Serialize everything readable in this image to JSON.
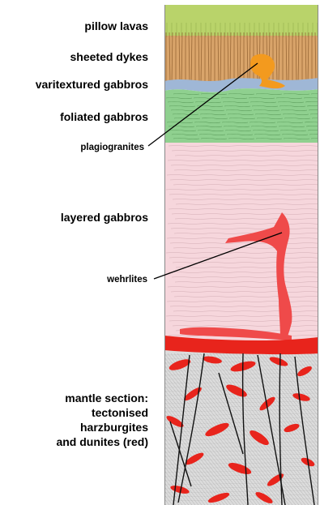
{
  "layers": [
    {
      "key": "pillow",
      "label": "pillow lavas",
      "color": "#b9d36a"
    },
    {
      "key": "dykes",
      "label": "sheeted dykes",
      "color": "#d9a46a"
    },
    {
      "key": "varitextured",
      "label": "varitextured gabbros",
      "color": "#9fb7d6"
    },
    {
      "key": "foliated",
      "label": "foliated gabbros",
      "color": "#8fd08f"
    },
    {
      "key": "layered",
      "label": "layered gabbros",
      "color": "#f6d6dc"
    },
    {
      "key": "mantle",
      "label": "mantle section:\ntectonised\nharzburgites\nand dunites (red)",
      "color": "#dcdcdc"
    }
  ],
  "callouts": [
    {
      "key": "plagiogranites",
      "label": "plagiogranites",
      "color": "#f39a1e"
    },
    {
      "key": "wehrlites",
      "label": "wehrlites",
      "color": "#ef4a4a"
    }
  ],
  "colors": {
    "dunite_red": "#e8241c",
    "line_black": "#111111"
  }
}
